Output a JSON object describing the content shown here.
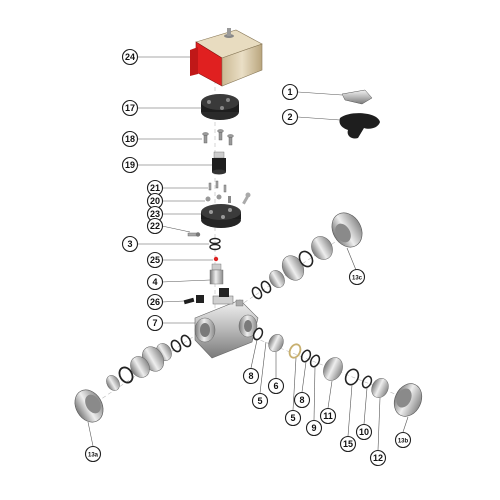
{
  "callouts": {
    "c24": "24",
    "c17": "17",
    "c18": "18",
    "c19": "19",
    "c21": "21",
    "c20": "20",
    "c23": "23",
    "c22": "22",
    "c3": "3",
    "c25": "25",
    "c4": "4",
    "c26": "26",
    "c7": "7",
    "c1": "1",
    "c2": "2",
    "c13c": "13c",
    "c13a": "13a",
    "c13b": "13b",
    "c8a": "8",
    "c5a": "5",
    "c6": "6",
    "c8b": "8",
    "c5b": "5",
    "c9": "9",
    "c11": "11",
    "c15": "15",
    "c10": "10",
    "c12": "12"
  },
  "colors": {
    "actuator_red": "#e02020",
    "actuator_body": "#d9c9a8",
    "black_part": "#1e1e1e",
    "grey_metal": "#b8b8b8",
    "dark_grey": "#6e6e6e",
    "leader": "#555555"
  }
}
